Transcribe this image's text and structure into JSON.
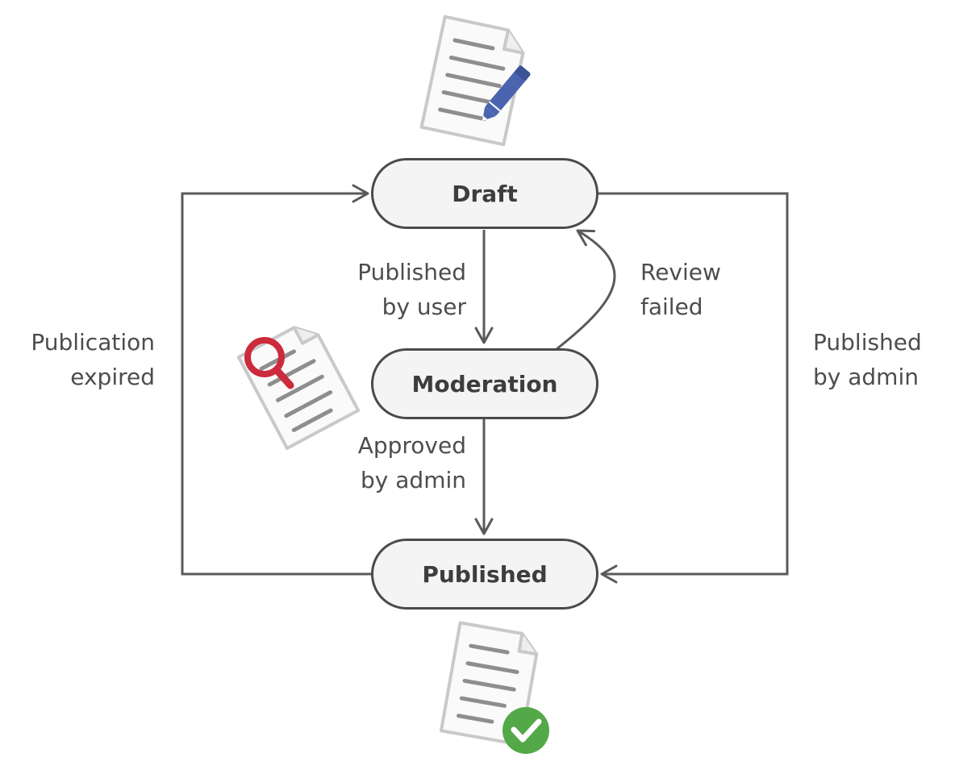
{
  "states": {
    "draft": "Draft",
    "moderation": "Moderation",
    "published": "Published"
  },
  "transitions": {
    "published_by_user": [
      "Published",
      "by user"
    ],
    "review_failed": [
      "Review",
      "failed"
    ],
    "approved_by_admin": [
      "Approved",
      "by admin"
    ],
    "publication_expired": [
      "Publication",
      "expired"
    ],
    "published_by_admin": [
      "Published",
      "by admin"
    ]
  },
  "icons": {
    "draft": "document-pencil-icon",
    "moderation": "document-magnifier-icon",
    "published": "document-checkmark-icon"
  },
  "colors": {
    "line": "#5a5a5a",
    "state_fill": "#f4f4f4",
    "pencil": "#4b64b0",
    "magnifier": "#cc2b3b",
    "check": "#53a848"
  }
}
